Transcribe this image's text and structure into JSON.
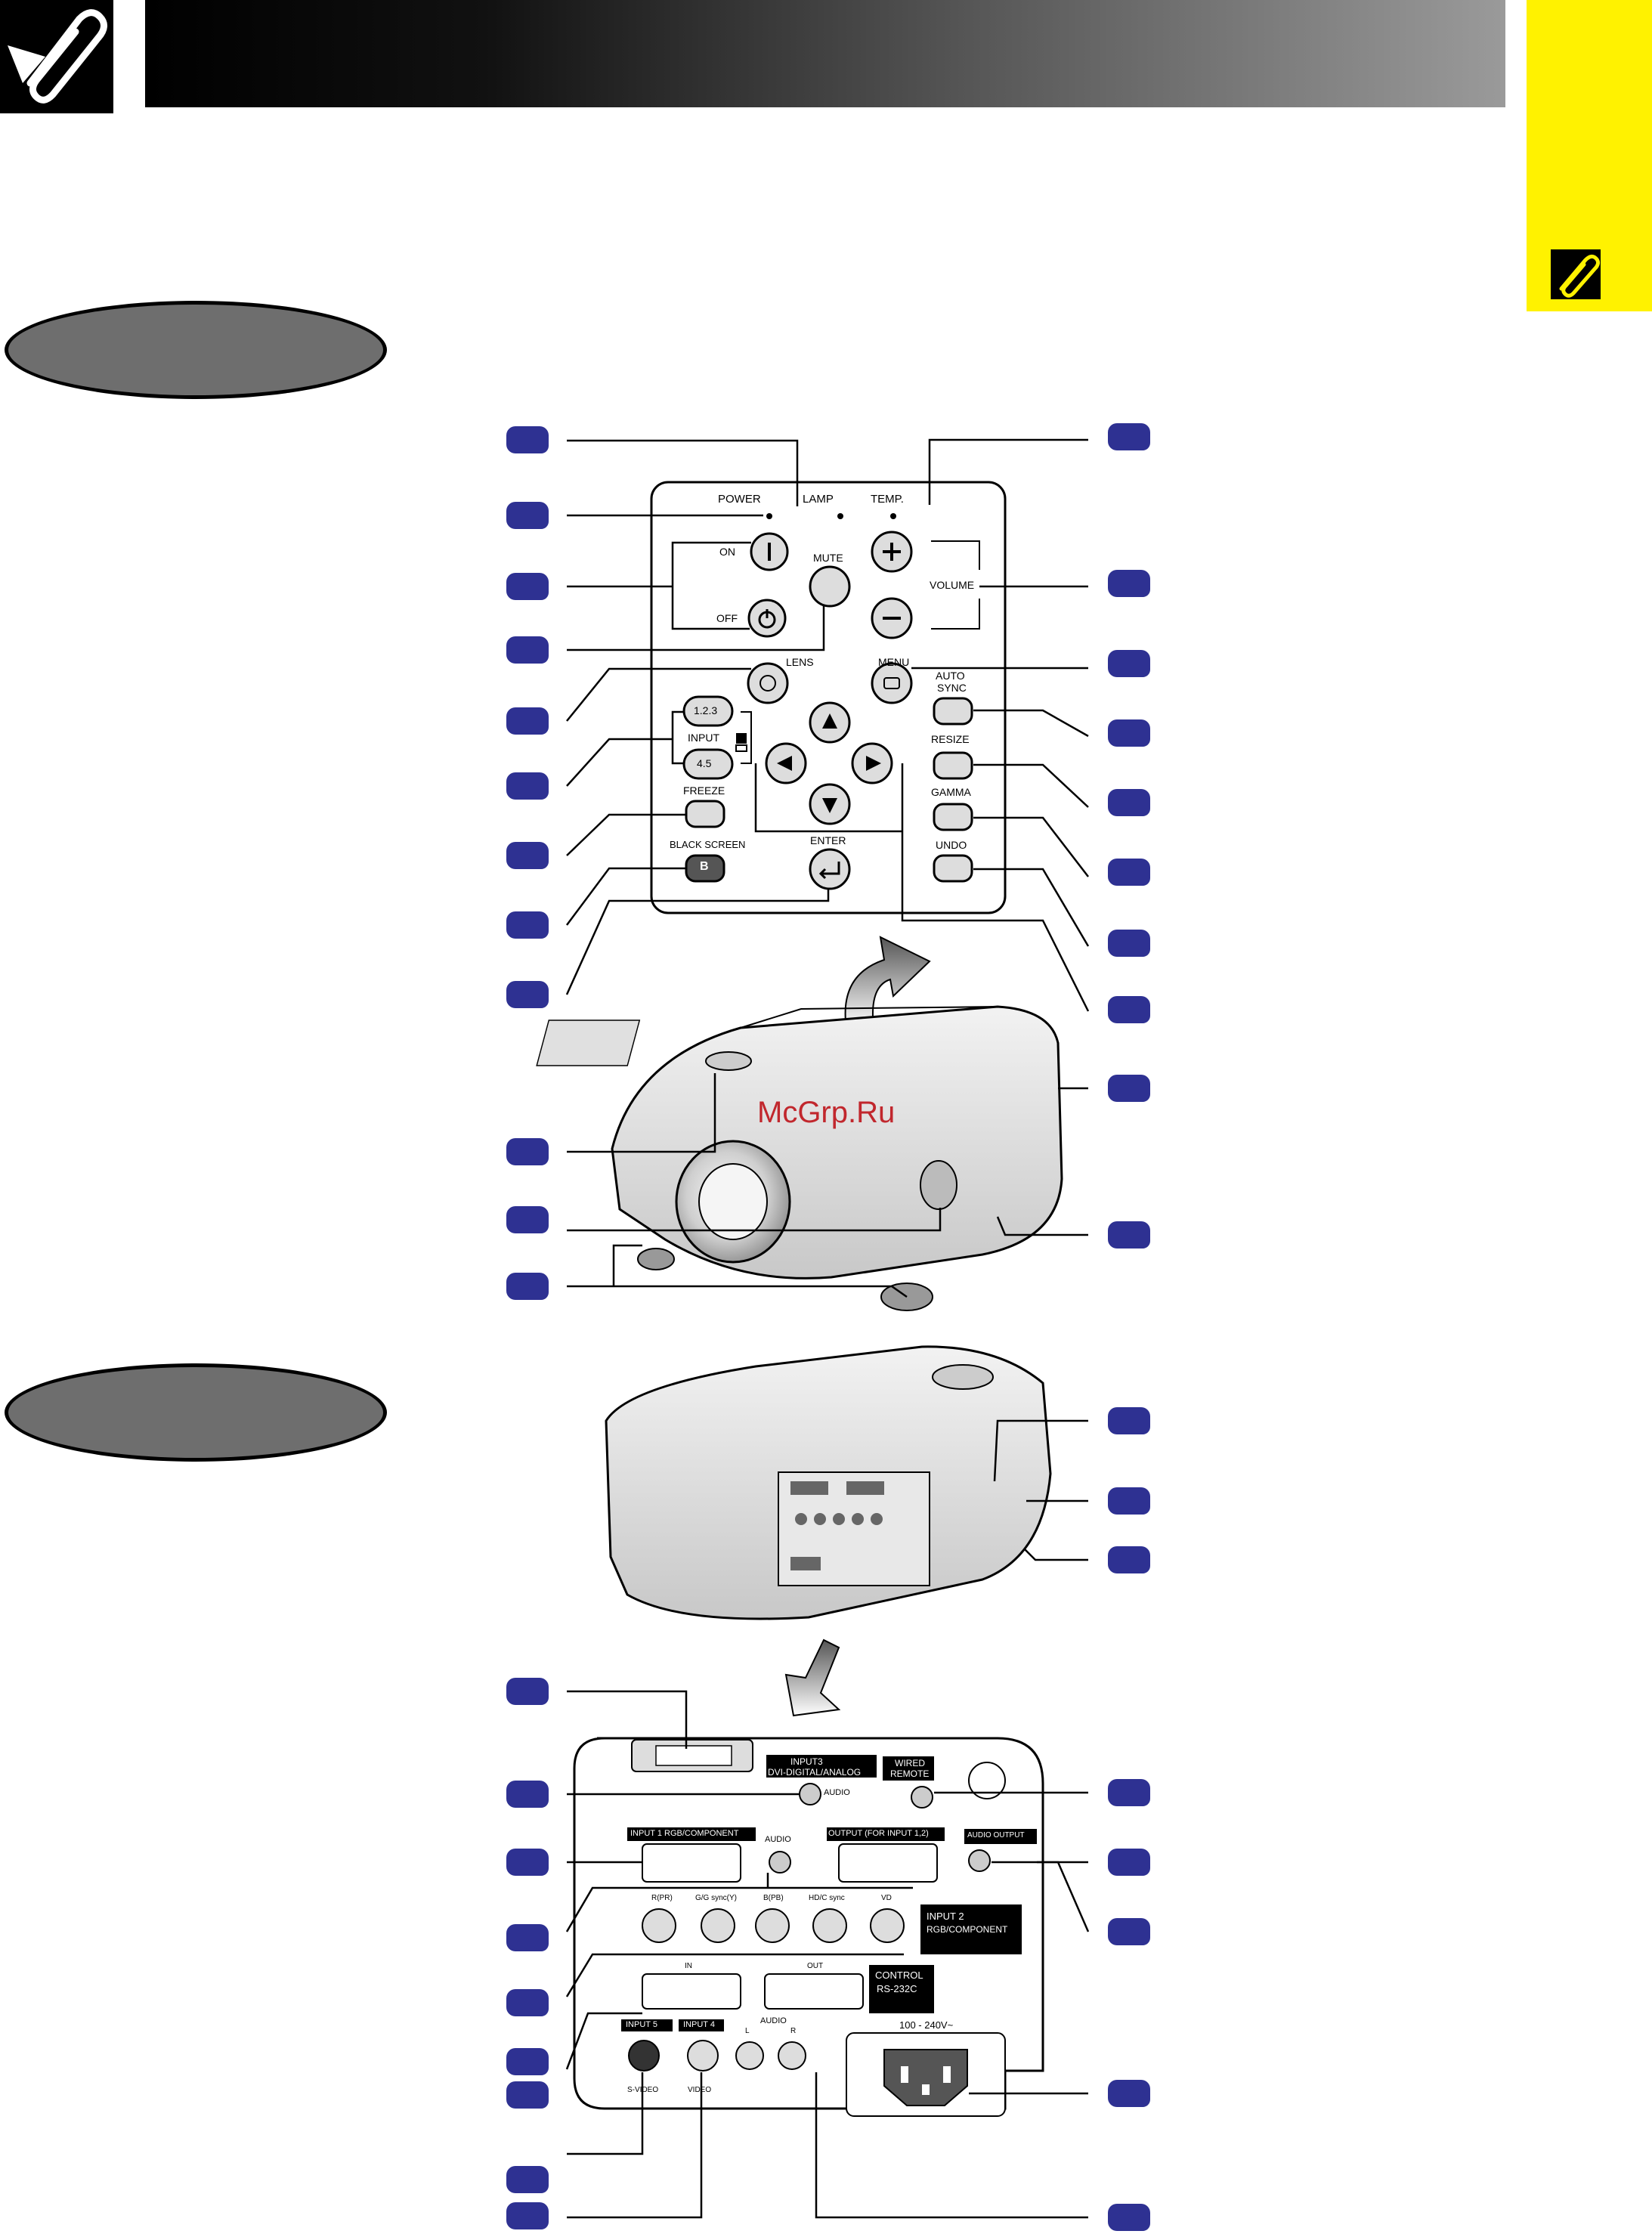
{
  "watermark": "McGrp.Ru",
  "top_panel": {
    "indicators": {
      "power": "POWER",
      "lamp": "LAMP",
      "temp": "TEMP."
    },
    "buttons": {
      "on": "ON",
      "off": "OFF",
      "mute": "MUTE",
      "volume": "VOLUME",
      "lens": "LENS",
      "menu": "MENU",
      "auto_sync_1": "AUTO",
      "auto_sync_2": "SYNC",
      "input_123": "1.2.3",
      "input": "INPUT",
      "input_45": "4.5",
      "resize": "RESIZE",
      "freeze": "FREEZE",
      "gamma": "GAMMA",
      "black_screen": "BLACK SCREEN",
      "black_screen_glyph": "B",
      "enter": "ENTER",
      "undo": "UNDO"
    }
  },
  "rear_panel": {
    "input3": "INPUT3",
    "input3_sub": "DVI-DIGITAL/ANALOG",
    "wired_remote_1": "WIRED",
    "wired_remote_2": "REMOTE",
    "audio": "AUDIO",
    "input1": "INPUT 1  RGB/COMPONENT",
    "output": "OUTPUT (FOR INPUT 1,2)",
    "audio_output": "AUDIO OUTPUT",
    "bnc_labels": [
      "R(PR)",
      "G/G sync(Y)",
      "B(PB)",
      "HD/C sync",
      "VD"
    ],
    "input2_1": "INPUT 2",
    "input2_2": "RGB/COMPONENT",
    "in": "IN",
    "out": "OUT",
    "control_1": "CONTROL",
    "control_2": "RS-232C",
    "input5": "INPUT 5",
    "input4": "INPUT 4",
    "svideo": "S-VIDEO",
    "video": "VIDEO",
    "audio_lr": "AUDIO",
    "l": "L",
    "r": "R",
    "voltage": "100 - 240V~"
  },
  "colors": {
    "callout": "#2e3192",
    "pill": "#6e6e6e",
    "tab": "#fff200",
    "watermark": "#c1272d"
  }
}
